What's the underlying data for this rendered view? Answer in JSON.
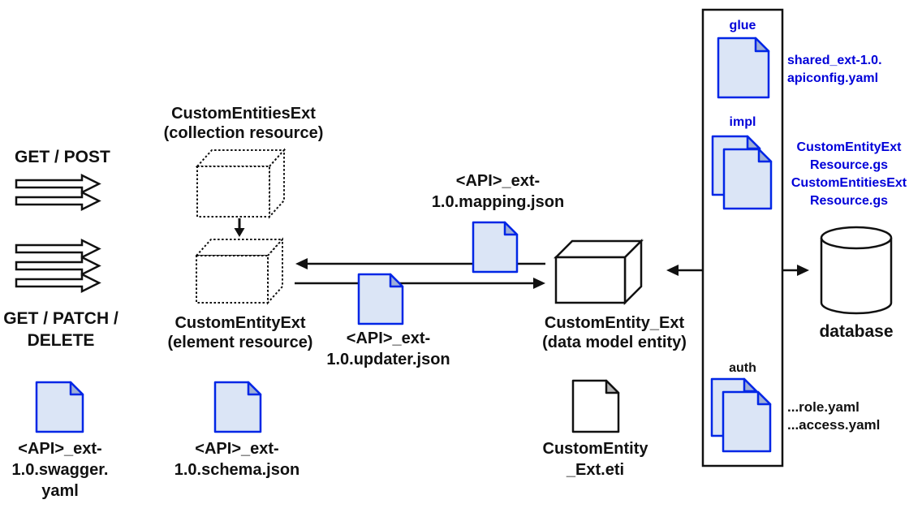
{
  "diagram": {
    "http_methods": {
      "collection_methods": "GET / POST",
      "element_methods": [
        "GET / PATCH /",
        "DELETE"
      ]
    },
    "nodes": {
      "collection_resource": {
        "name": "CustomEntitiesExt",
        "kind": "(collection resource)"
      },
      "element_resource": {
        "name": "CustomEntityExt",
        "kind": "(element resource)"
      },
      "data_model_entity": {
        "name": "CustomEntity_Ext",
        "kind": "(data model entity)"
      },
      "database": {
        "name": "database"
      }
    },
    "files": {
      "swagger": [
        "<API>_ext-",
        "1.0.swagger.",
        "yaml"
      ],
      "schema": [
        "<API>_ext-",
        "1.0.schema.json"
      ],
      "mapping": [
        "<API>_ext-",
        "1.0.mapping.json"
      ],
      "updater": [
        "<API>_ext-",
        "1.0.updater.json"
      ],
      "eti": [
        "CustomEntity",
        "_Ext.eti"
      ]
    },
    "bundle": {
      "glue": {
        "label": "glue",
        "files": [
          "shared_ext-1.0.",
          "apiconfig.yaml"
        ]
      },
      "impl": {
        "label": "impl",
        "files": [
          "CustomEntityExt",
          "Resource.gs",
          "CustomEntitiesExt",
          "Resource.gs"
        ]
      },
      "auth": {
        "label": "auth",
        "files": [
          "...role.yaml",
          "...access.yaml"
        ]
      }
    }
  },
  "colors": {
    "accent_blue_text": "#0000d9",
    "doc_border_blue": "#0026e6",
    "doc_fill_blue": "#dbe5f6",
    "doc_fold_blue": "#9fafd6",
    "line_black": "#111111"
  }
}
